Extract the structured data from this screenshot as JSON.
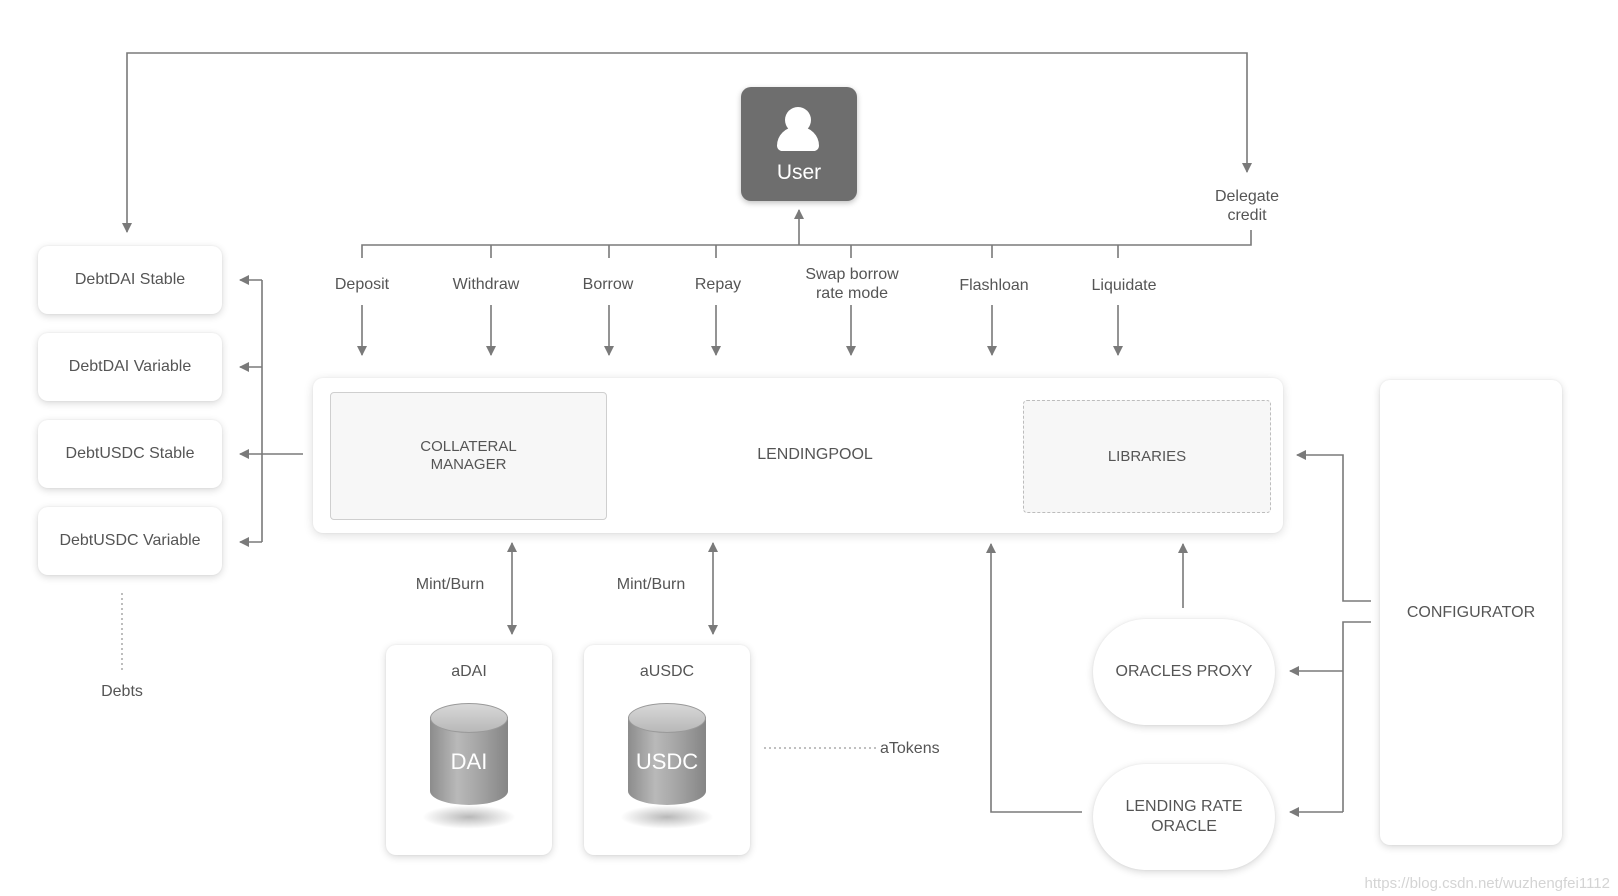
{
  "user": {
    "label": "User"
  },
  "delegate_credit": {
    "line1": "Delegate",
    "line2": "credit"
  },
  "actions": [
    {
      "line1": "Deposit",
      "line2": ""
    },
    {
      "line1": "Withdraw",
      "line2": ""
    },
    {
      "line1": "Borrow",
      "line2": ""
    },
    {
      "line1": "Repay",
      "line2": ""
    },
    {
      "line1": "Swap borrow",
      "line2": "rate mode"
    },
    {
      "line1": "Flashloan",
      "line2": ""
    },
    {
      "line1": "Liquidate",
      "line2": ""
    }
  ],
  "debts": {
    "items": [
      "DebtDAI Stable",
      "DebtDAI Variable",
      "DebtUSDC Stable",
      "DebtUSDC Variable"
    ],
    "label": "Debts"
  },
  "lendingpool": {
    "label": "LENDINGPOOL",
    "collateral_line1": "COLLATERAL",
    "collateral_line2": "MANAGER",
    "libraries": "LIBRARIES"
  },
  "mint_burn": [
    "Mint/Burn",
    "Mint/Burn"
  ],
  "atokens": {
    "items": [
      {
        "name": "aDAI",
        "cylinder": "DAI"
      },
      {
        "name": "aUSDC",
        "cylinder": "USDC"
      }
    ],
    "label": "aTokens"
  },
  "oracles_proxy": "ORACLES PROXY",
  "lending_rate_oracle": {
    "line1": "LENDING RATE",
    "line2": "ORACLE"
  },
  "configurator": "CONFIGURATOR",
  "watermark": "https://blog.csdn.net/wuzhengfei1112"
}
